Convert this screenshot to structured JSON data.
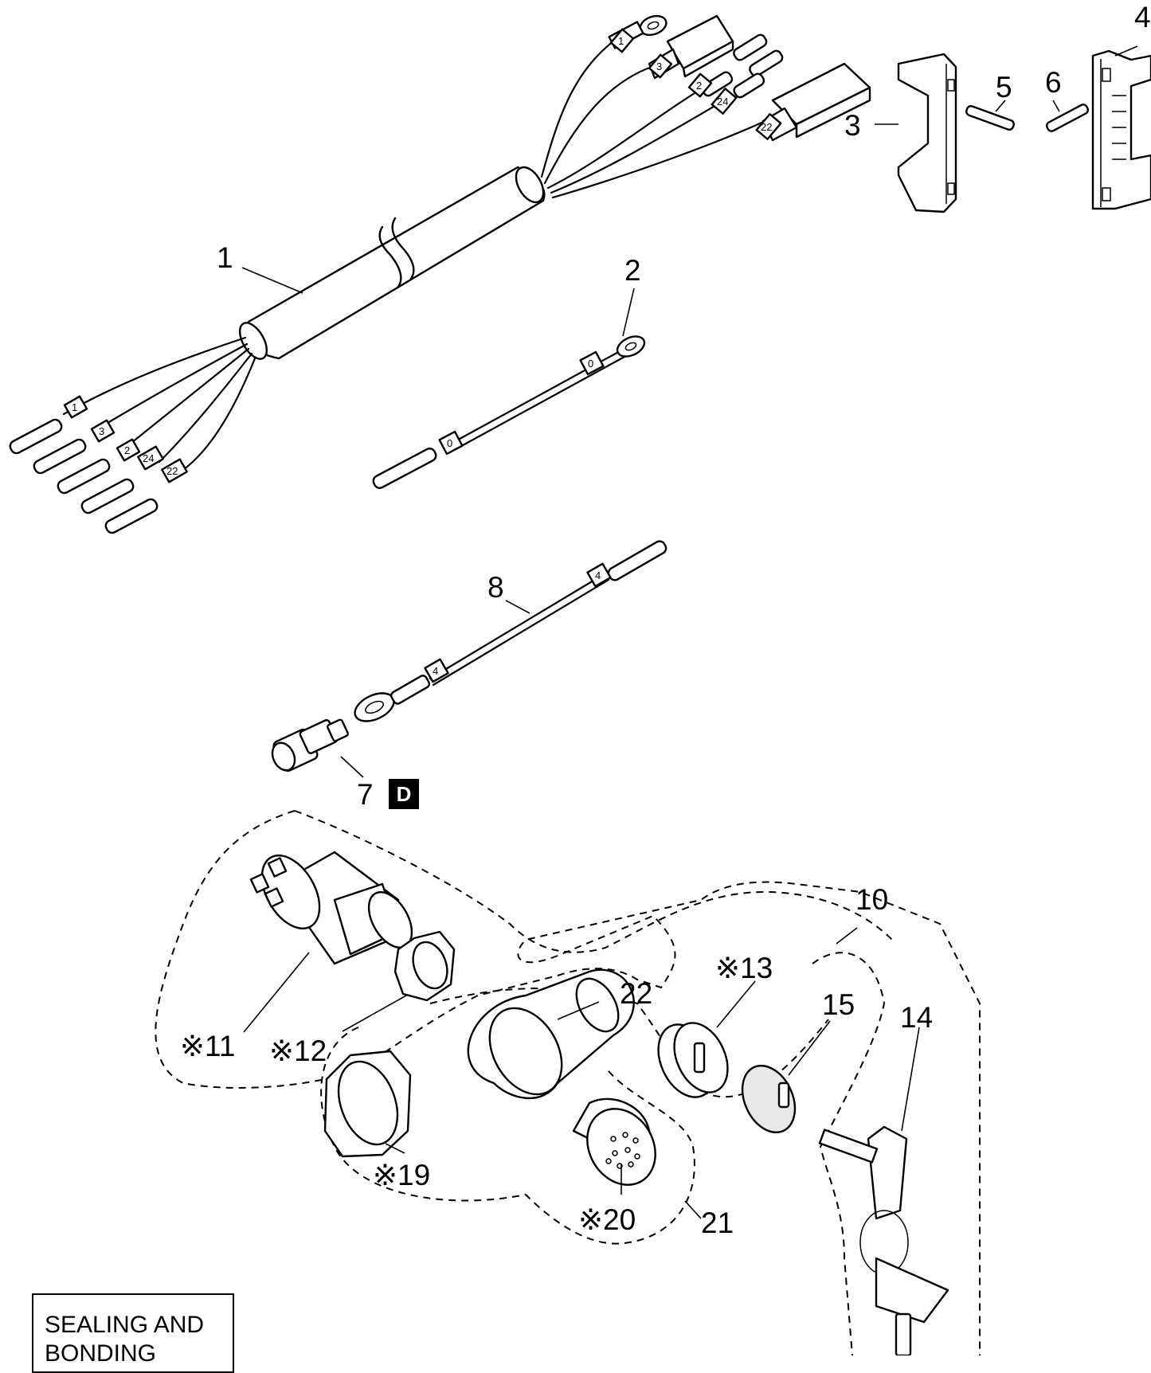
{
  "callouts": {
    "c1": "1",
    "c2": "2",
    "c3": "3",
    "c4": "4",
    "c5": "5",
    "c6": "6",
    "c7": "7",
    "c8": "8",
    "c10": "10",
    "c11": "※11",
    "c12": "※12",
    "c13": "※13",
    "c14": "14",
    "c15": "15",
    "c19": "※19",
    "c20": "※20",
    "c21": "21",
    "c22": "22"
  },
  "badge": {
    "label": "D"
  },
  "wire_tags": {
    "top": [
      "1",
      "3",
      "2",
      "24",
      "22"
    ],
    "bottom": [
      "1",
      "3",
      "2",
      "24",
      "22"
    ],
    "cable2": [
      "0",
      "0"
    ],
    "cable8": [
      "4",
      "4"
    ]
  },
  "legend": {
    "line1": "SEALING AND",
    "line2": "BONDING"
  }
}
